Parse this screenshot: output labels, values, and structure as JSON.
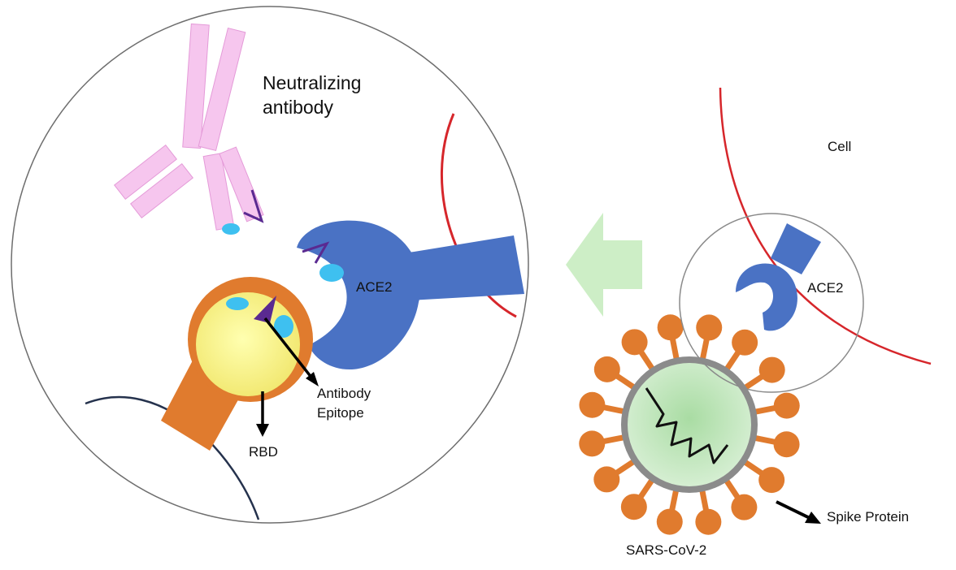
{
  "labels": {
    "antibody_line1": "Neutralizing",
    "antibody_line2": "antibody",
    "ace2_zoom": "ACE2",
    "epitope_line1": "Antibody",
    "epitope_line2": "Epitope",
    "rbd": "RBD",
    "cell": "Cell",
    "ace2_cell": "ACE2",
    "spike": "Spike Protein",
    "virus": "SARS-CoV-2"
  },
  "colors": {
    "antibody": "#f6c6ee",
    "antibody_edge": "#e49ad8",
    "ace2": "#4a72c4",
    "membrane": "#d6262b",
    "rbd": "#e07b2e",
    "rbd_core": "#f7f29a",
    "epitope": "#3ec0f0",
    "epitope_tip": "#5a2a91",
    "virus_body": "#bfe5bb",
    "virus_shell": "#8b8b8b",
    "flow_arrow": "#cdeec6",
    "host_membrane": "#25324d"
  },
  "icons": [
    "antibody-icon",
    "ace2-receptor-icon",
    "rbd-icon",
    "virus-icon",
    "flow-arrow-icon"
  ]
}
